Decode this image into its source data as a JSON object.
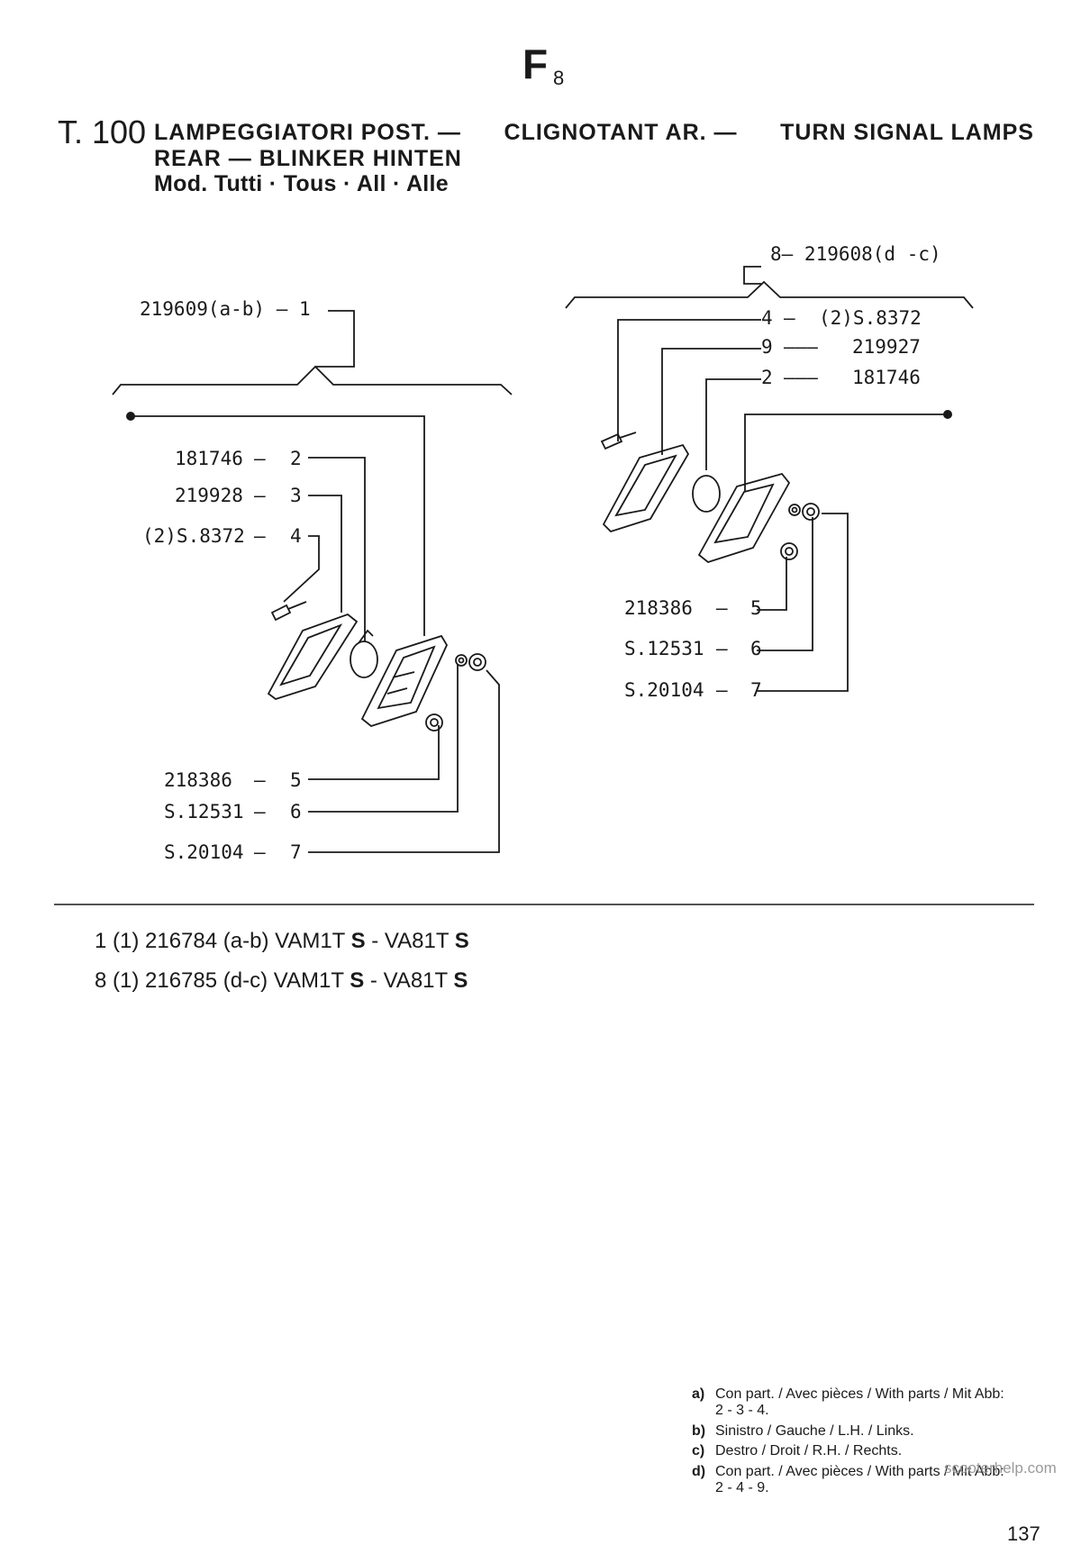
{
  "section": {
    "letter": "F",
    "sub": "8"
  },
  "table": {
    "number": "T. 100",
    "title_line1_parts": [
      "LAMPEGGIATORI POST. —",
      "CLIGNOTANT AR. —",
      "TURN SIGNAL LAMPS"
    ],
    "title_line2": "REAR — BLINKER HINTEN",
    "models": "Mod. Tutti · Tous · All · Alle"
  },
  "left_assembly": {
    "header": "219609(a-b) — 1",
    "parts": [
      {
        "code": "181746",
        "ref": "2"
      },
      {
        "code": "219928",
        "ref": "3"
      },
      {
        "code": "(2)S.8372",
        "ref": "4"
      },
      {
        "code": "218386",
        "ref": "5"
      },
      {
        "code": "S.12531",
        "ref": "6"
      },
      {
        "code": "S.20104",
        "ref": "7"
      }
    ]
  },
  "right_assembly": {
    "header": "8— 219608(d -c)",
    "parts_top": [
      {
        "ref": "4",
        "code": "(2)S.8372"
      },
      {
        "ref": "9",
        "code": "219927"
      },
      {
        "ref": "2",
        "code": "181746"
      }
    ],
    "parts_bottom": [
      {
        "code": "218386",
        "ref": "5"
      },
      {
        "code": "S.12531",
        "ref": "6"
      },
      {
        "code": "S.20104",
        "ref": "7"
      }
    ]
  },
  "references": [
    {
      "prefix": "1 (1) 216784 (a-b) VAM1T ",
      "s1": "S",
      "mid": " - VA81T ",
      "s2": "S"
    },
    {
      "prefix": "8 (1) 216785 (d-c) VAM1T ",
      "s1": "S",
      "mid": " - VA81T ",
      "s2": "S"
    }
  ],
  "notes": [
    {
      "key": "a)",
      "line1": "Con part. / Avec pièces / With parts / Mit Abb:",
      "line2": "2 - 3 - 4."
    },
    {
      "key": "b)",
      "line1": "Sinistro / Gauche / L.H. / Links.",
      "line2": ""
    },
    {
      "key": "c)",
      "line1": "Destro / Droit / R.H. / Rechts.",
      "line2": ""
    },
    {
      "key": "d)",
      "line1": "Con part. / Avec pièces / With parts / Mit Abb:",
      "line2": "2 - 4 - 9."
    }
  ],
  "watermark": "scooterhelp.com",
  "page_number": "137"
}
